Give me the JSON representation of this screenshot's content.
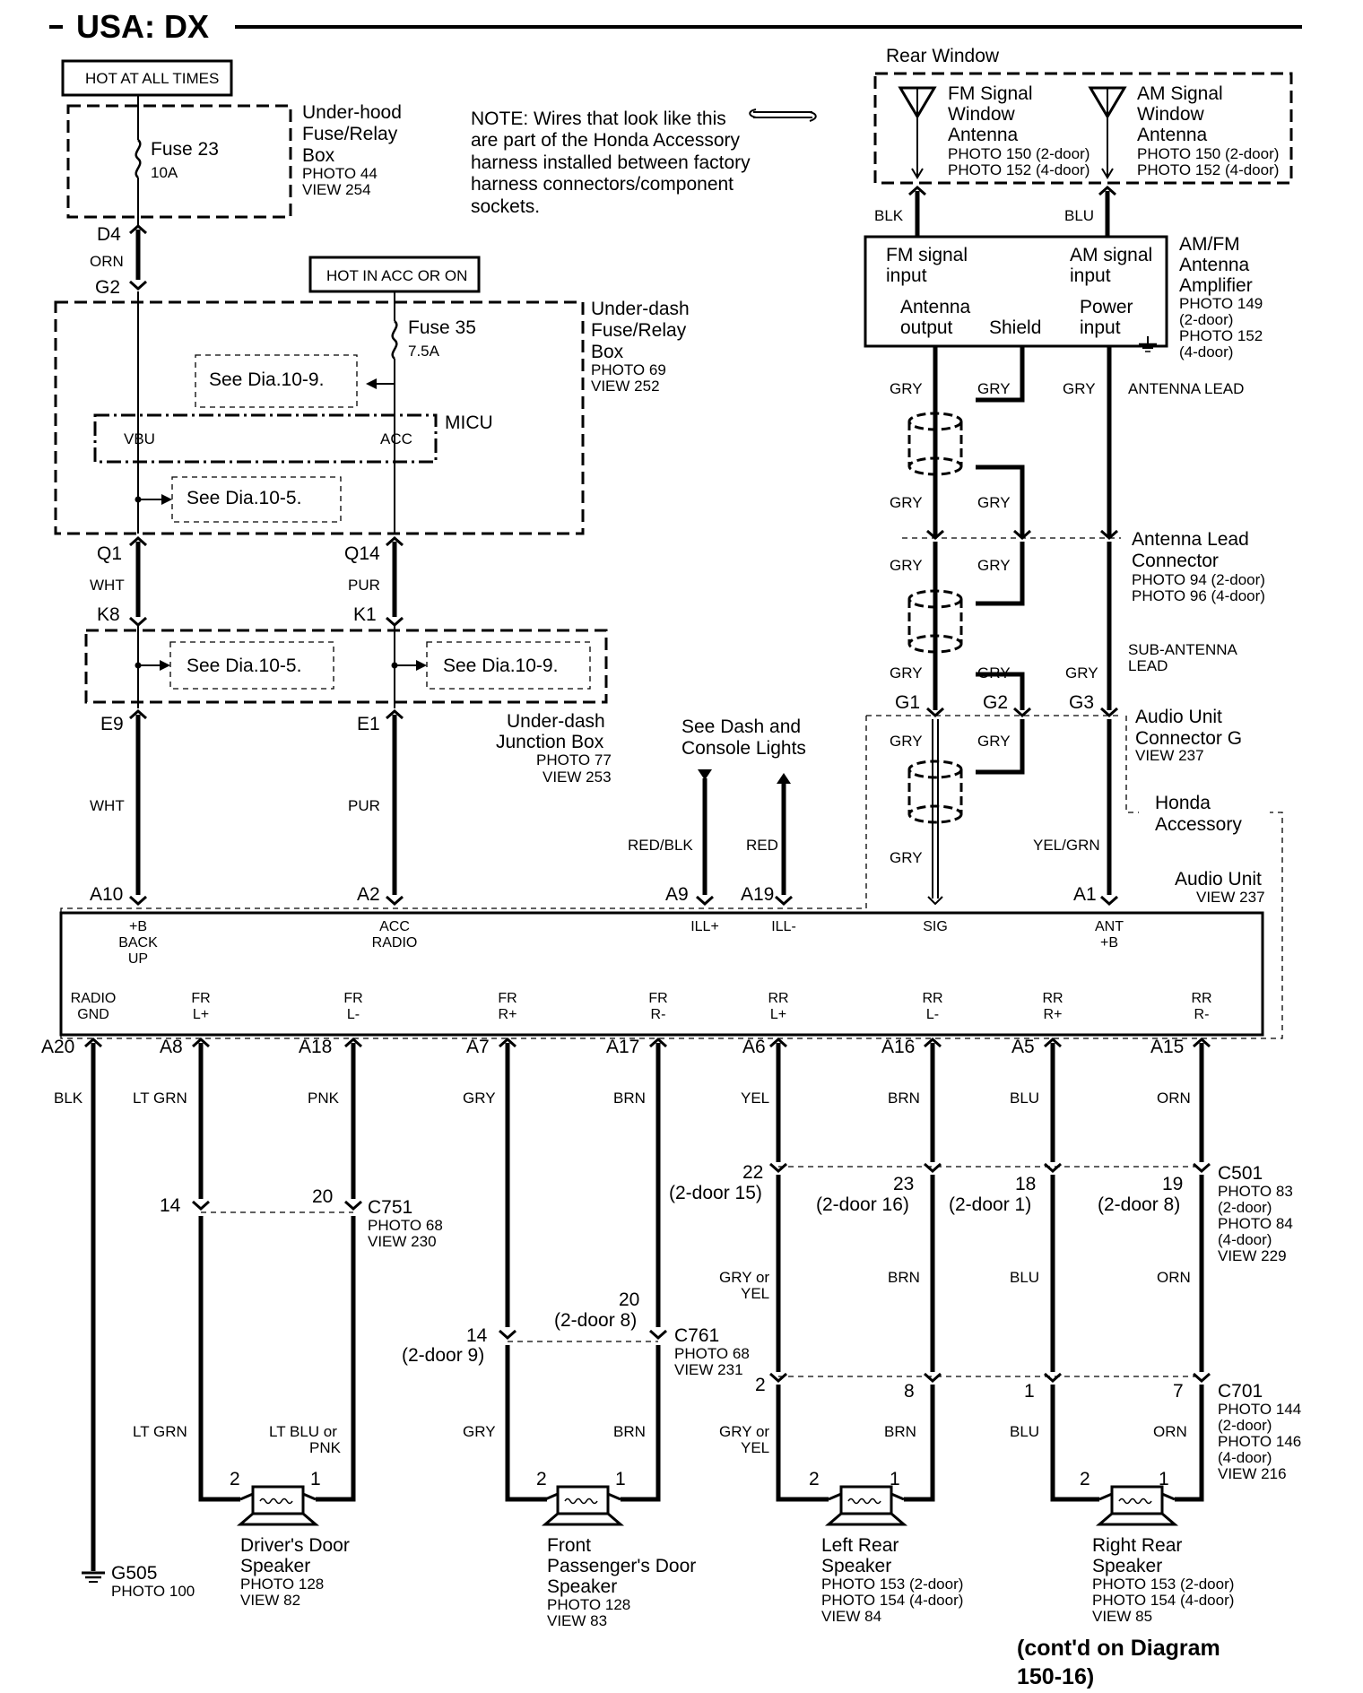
{
  "header": {
    "title": "USA: DX"
  },
  "hot_labels": {
    "all_times": "HOT AT ALL TIMES",
    "acc_on": "HOT IN ACC OR ON"
  },
  "underhood": {
    "fuse": "Fuse 23",
    "amp": "10A",
    "name_l1": "Under-hood",
    "name_l2": "Fuse/Relay",
    "name_l3": "Box",
    "photo": "PHOTO 44",
    "view": "VIEW 254"
  },
  "note": {
    "l1": "NOTE: Wires that look like this",
    "l2": "are part of the Honda Accessory",
    "l3": "harness installed between factory",
    "l4": "harness connectors/component",
    "l5": "sockets."
  },
  "rear_window": {
    "title": "Rear Window",
    "fm_l1": "FM Signal",
    "fm_l2": "Window",
    "fm_l3": "Antenna",
    "fm_p1": "PHOTO 150 (2-door)",
    "fm_p2": "PHOTO 152 (4-door)",
    "am_l1": "AM Signal",
    "am_l2": "Window",
    "am_l3": "Antenna",
    "am_p1": "PHOTO 150 (2-door)",
    "am_p2": "PHOTO 152 (4-door)"
  },
  "amp": {
    "fm_in_1": "FM signal",
    "fm_in_2": "input",
    "am_in_1": "AM signal",
    "am_in_2": "input",
    "ant_out_1": "Antenna",
    "ant_out_2": "output",
    "shield": "Shield",
    "pwr_1": "Power",
    "pwr_2": "input",
    "name_l1": "AM/FM",
    "name_l2": "Antenna",
    "name_l3": "Amplifier",
    "p1": "PHOTO 149",
    "p2": "(2-door)",
    "p3": "PHOTO 152",
    "p4": "(4-door)"
  },
  "underdash": {
    "fuse": "Fuse 35",
    "amp": "7.5A",
    "name_l1": "Under-dash",
    "name_l2": "Fuse/Relay",
    "name_l3": "Box",
    "photo": "PHOTO 69",
    "view": "VIEW 252",
    "see_109": "See Dia.10-9.",
    "see_105": "See Dia.10-5.",
    "micu": "MICU",
    "vbu": "VBU",
    "acc": "ACC"
  },
  "junction": {
    "see_105": "See Dia.10-5.",
    "see_109": "See Dia.10-9.",
    "name_l1": "Under-dash",
    "name_l2": "Junction Box",
    "photo": "PHOTO 77",
    "view": "VIEW 253"
  },
  "dash": {
    "l1": "See Dash and",
    "l2": "Console Lights"
  },
  "antenna_lead": {
    "name_l1": "Antenna Lead",
    "name_l2": "Connector",
    "p1": "PHOTO 94 (2-door)",
    "p2": "PHOTO 96 (4-door)",
    "sub_l1": "SUB-ANTENNA",
    "sub_l2": "LEAD"
  },
  "connector_g": {
    "name_l1": "Audio Unit",
    "name_l2": "Connector G",
    "view": "VIEW 237",
    "g1": "G1",
    "g2": "G2",
    "g3": "G3"
  },
  "honda": {
    "l1": "Honda",
    "l2": "Accessory"
  },
  "audio_unit": {
    "name": "Audio Unit",
    "view": "VIEW 237",
    "bkup_1": "+B",
    "bkup_2": "BACK",
    "bkup_3": "UP",
    "accr_1": "ACC",
    "accr_2": "RADIO",
    "ill_p": "ILL+",
    "ill_m": "ILL-",
    "sig": "SIG",
    "ant_1": "ANT",
    "ant_2": "+B",
    "gnd_1": "RADIO",
    "gnd_2": "GND",
    "frlp_1": "FR",
    "frlp_2": "L+",
    "frlm_1": "FR",
    "frlm_2": "L-",
    "frrp_1": "FR",
    "frrp_2": "R+",
    "frrm_1": "FR",
    "frrm_2": "R-",
    "rrlp_1": "RR",
    "rrlp_2": "L+",
    "rrlm_1": "RR",
    "rrlm_2": "L-",
    "rrrp_1": "RR",
    "rrrp_2": "R+",
    "rrrm_1": "RR",
    "rrrm_2": "R-"
  },
  "pins": {
    "d4": "D4",
    "g2": "G2",
    "q1": "Q1",
    "q14": "Q14",
    "k8": "K8",
    "k1": "K1",
    "e9": "E9",
    "e1": "E1",
    "a10": "A10",
    "a2": "A2",
    "a9": "A9",
    "a19": "A19",
    "a1": "A1",
    "a20": "A20",
    "a8": "A8",
    "a18": "A18",
    "a7": "A7",
    "a17": "A17",
    "a6": "A6",
    "a16": "A16",
    "a5": "A5",
    "a15": "A15"
  },
  "wires": {
    "blk": "BLK",
    "blu": "BLU",
    "orn": "ORN",
    "wht": "WHT",
    "pur": "PUR",
    "gry": "GRY",
    "antenna_lead": "ANTENNA LEAD",
    "red_blk": "RED/BLK",
    "red": "RED",
    "yel_grn": "YEL/GRN",
    "lt_grn": "LT GRN",
    "pnk": "PNK",
    "brn": "BRN",
    "yel": "YEL",
    "gry_or": "GRY or",
    "yel2": "YEL",
    "lt_blu_or": "LT BLU or"
  },
  "c751": {
    "name": "C751",
    "photo": "PHOTO 68",
    "view": "VIEW 230",
    "p14": "14",
    "p20": "20"
  },
  "c761": {
    "name": "C761",
    "photo": "PHOTO 68",
    "view": "VIEW 231",
    "p14": "14",
    "p14b": "(2-door 9)",
    "p20": "20",
    "p20b": "(2-door 8)"
  },
  "c501": {
    "name": "C501",
    "l1": "PHOTO 83",
    "l2": "(2-door)",
    "l3": "PHOTO 84",
    "l4": "(4-door)",
    "l5": "VIEW 229",
    "p22": "22",
    "p22b": "(2-door 15)",
    "p23": "23",
    "p23b": "(2-door 16)",
    "p18": "18",
    "p18b": "(2-door 1)",
    "p19": "19",
    "p19b": "(2-door 8)"
  },
  "c701": {
    "name": "C701",
    "l1": "PHOTO 144",
    "l2": "(2-door)",
    "l3": "PHOTO 146",
    "l4": "(4-door)",
    "l5": "VIEW 216",
    "p2": "2",
    "p8": "8",
    "p1": "1",
    "p7": "7"
  },
  "speakers": {
    "pin2": "2",
    "pin1": "1",
    "driver": {
      "l1": "Driver's Door",
      "l2": "Speaker",
      "p1": "PHOTO 128",
      "p2": "VIEW 82"
    },
    "front_pass": {
      "l1": "Front",
      "l2": "Passenger's Door",
      "l3": "Speaker",
      "p1": "PHOTO 128",
      "p2": "VIEW 83"
    },
    "left_rear": {
      "l1": "Left Rear",
      "l2": "Speaker",
      "p1": "PHOTO 153 (2-door)",
      "p2": "PHOTO 154 (4-door)",
      "p3": "VIEW 84"
    },
    "right_rear": {
      "l1": "Right Rear",
      "l2": "Speaker",
      "p1": "PHOTO 153 (2-door)",
      "p2": "PHOTO 154 (4-door)",
      "p3": "VIEW 85"
    }
  },
  "ground": {
    "name": "G505",
    "photo": "PHOTO 100"
  },
  "footer": {
    "l1": "(cont'd on Diagram",
    "l2": "150-16)"
  }
}
